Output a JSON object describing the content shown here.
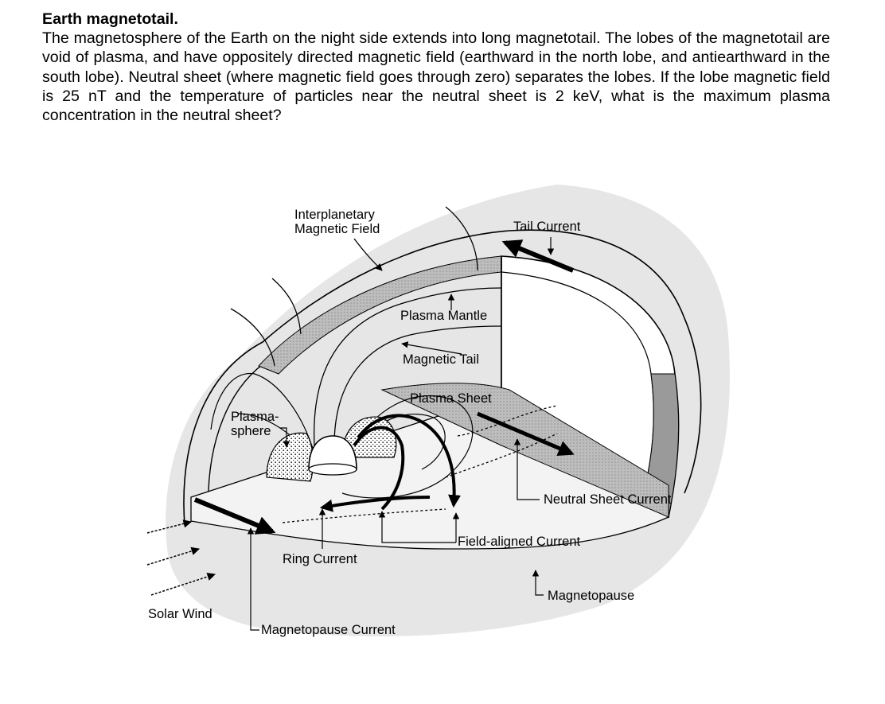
{
  "problem": {
    "title": "Earth magnetotail.",
    "body": "The magnetosphere of the Earth on the night side extends into long magnetotail. The lobes of the magnetotail are void of plasma, and have oppositely directed magnetic field (earthward in the north lobe, and antiearthward in the south lobe). Neutral sheet (where magnetic field goes through zero) separates the lobes. If the lobe magnetic field is 25 nT and the temperature of particles near the neutral sheet is 2 keV, what is the maximum plasma concentration in the neutral sheet?"
  },
  "figure": {
    "labels": {
      "imf_line1": "Interplanetary",
      "imf_line2": "Magnetic Field",
      "tail_current": "Tail Current",
      "plasma_mantle": "Plasma Mantle",
      "magnetic_tail": "Magnetic Tail",
      "plasma_sheet": "Plasma Sheet",
      "plasmasphere_line1": "Plasma-",
      "plasmasphere_line2": "sphere",
      "neutral_sheet_current": "Neutral Sheet Current",
      "field_aligned_current": "Field-aligned Current",
      "ring_current": "Ring Current",
      "magnetopause": "Magnetopause",
      "solar_wind": "Solar Wind",
      "magnetopause_current": "Magnetopause Current"
    }
  }
}
